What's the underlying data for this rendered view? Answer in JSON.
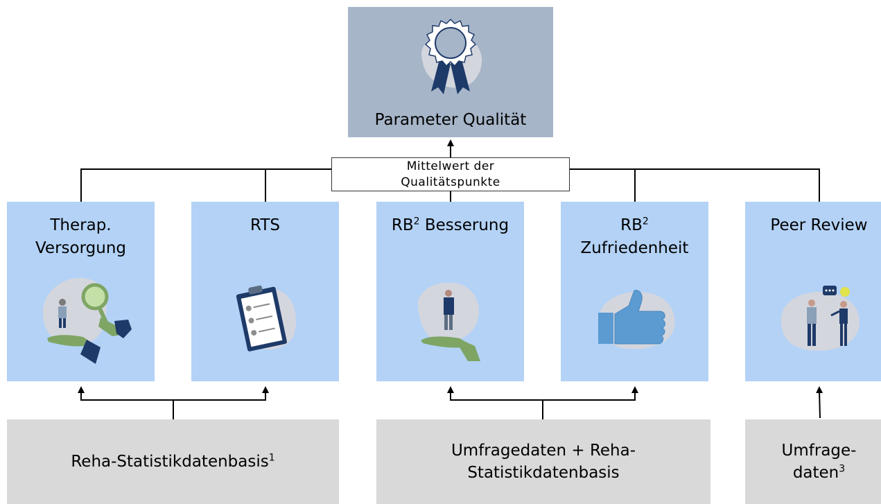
{
  "top": {
    "title": "Parameter Qualität",
    "icon": "award-ribbon-icon"
  },
  "connector_note": {
    "line1": "Mittelwert der",
    "line2": "Qualitätspunkte"
  },
  "metrics": [
    {
      "line1": "Therap.",
      "line2": "Versorgung",
      "icon": "magnifier-person-icon"
    },
    {
      "line1": "RTS",
      "line2": "",
      "icon": "clipboard-checklist-icon"
    },
    {
      "line1": "RB",
      "sup1": "2",
      "line1b": " Besserung",
      "line2": "",
      "icon": "person-on-hand-icon"
    },
    {
      "line1": "RB",
      "sup1": "2",
      "line2": "Zufriedenheit",
      "icon": "thumbs-up-icon"
    },
    {
      "line1": "Peer Review",
      "line2": "",
      "icon": "two-people-chat-icon"
    }
  ],
  "sources": [
    {
      "line1": "Reha-Statistikdatenbasis",
      "sup": "1",
      "line2": ""
    },
    {
      "line1": "Umfragedaten + Reha-",
      "line2": "Statistikdatenbasis",
      "sup": ""
    },
    {
      "line1": "Umfrage-",
      "line2": "daten",
      "sup": "3"
    }
  ],
  "colors": {
    "top_box": "#a6b5c8",
    "metric_box": "#b3d2f6",
    "source_box": "#d9d9d9",
    "navy": "#1e3a68",
    "green": "#7ea564",
    "blob": "#d4d6de"
  }
}
